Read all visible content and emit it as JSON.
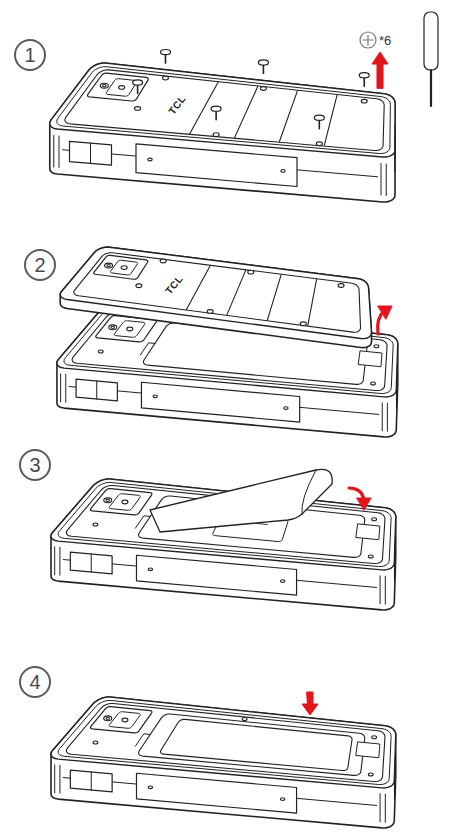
{
  "diagram": {
    "nodes": [
      {
        "text": [
          "1"
        ]
      },
      {
        "text": [
          "2"
        ]
      },
      {
        "text": [
          "3"
        ]
      },
      {
        "text": [
          "4"
        ]
      }
    ],
    "labels": [
      "*6",
      "TCL",
      "TCL"
    ]
  }
}
